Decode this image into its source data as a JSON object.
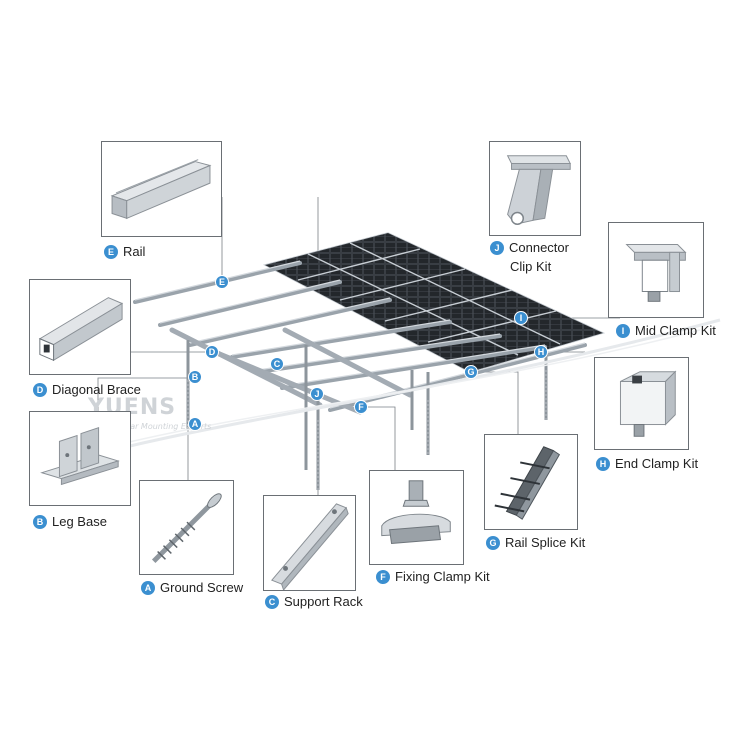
{
  "watermark": {
    "brand": "YUENS",
    "tagline": "Solar Mounting Experts"
  },
  "colors": {
    "badge": "#3b8fd0",
    "panel": "#2f3338",
    "frame": "#aab2ba",
    "box_border": "#6a6f74"
  },
  "components": [
    {
      "letter": "A",
      "name": "Ground Screw"
    },
    {
      "letter": "B",
      "name": "Leg Base"
    },
    {
      "letter": "C",
      "name": "Support Rack"
    },
    {
      "letter": "D",
      "name": "Diagonal Brace"
    },
    {
      "letter": "E",
      "name": "Rail"
    },
    {
      "letter": "F",
      "name": "Fixing Clamp Kit"
    },
    {
      "letter": "G",
      "name": "Rail Splice Kit"
    },
    {
      "letter": "H",
      "name": "End Clamp Kit"
    },
    {
      "letter": "I",
      "name": "Mid Clamp Kit"
    },
    {
      "letter": "J",
      "name": "Connector",
      "name_line2": "Clip Kit"
    }
  ]
}
